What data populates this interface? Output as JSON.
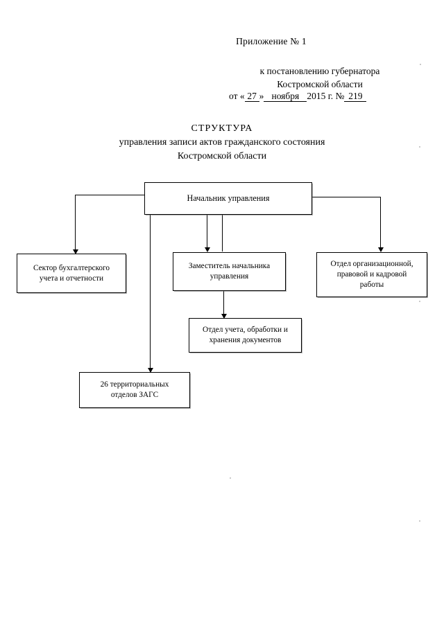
{
  "document": {
    "header": {
      "appendix_label": "Приложение № 1",
      "line1": "к постановлению губернатора",
      "line2": "Костромской области",
      "date_prefix": "от «",
      "date_day": "27",
      "date_quote_close": "»",
      "date_month": "ноября",
      "date_year": "2015 г. №",
      "date_number": "219"
    },
    "title": {
      "main": "СТРУКТУРА",
      "line2": "управления записи актов гражданского состояния",
      "line3": "Костромской области"
    }
  },
  "chart_data": {
    "type": "diagram",
    "title": "СТРУКТУРА управления записи актов гражданского состояния Костромской области",
    "nodes": [
      {
        "id": "head",
        "label": "Начальник управления"
      },
      {
        "id": "accounting",
        "label": "Сектор бухгалтерского учета и отчетности"
      },
      {
        "id": "deputy",
        "label": "Заместитель начальника управления"
      },
      {
        "id": "org",
        "label": "Отдел организационной, правовой и кадровой работы"
      },
      {
        "id": "docs",
        "label": "Отдел учета, обработки и хранения документов"
      },
      {
        "id": "zags",
        "label": "26 территориальных отделов ЗАГС"
      }
    ],
    "edges": [
      {
        "from": "head",
        "to": "accounting"
      },
      {
        "from": "head",
        "to": "deputy"
      },
      {
        "from": "head",
        "to": "org"
      },
      {
        "from": "head",
        "to": "zags"
      },
      {
        "from": "deputy",
        "to": "docs"
      }
    ],
    "node_labels": {
      "head": "Начальник управления",
      "accounting": "Сектор бухгалтерского\nучета и отчетности",
      "deputy": "Заместитель начальника\nуправления",
      "org": "Отдел организационной,\nправовой и кадровой\nработы",
      "docs": "Отдел учета, обработки и\nхранения документов",
      "zags": "26 территориальных\nотделов ЗАГС"
    }
  }
}
